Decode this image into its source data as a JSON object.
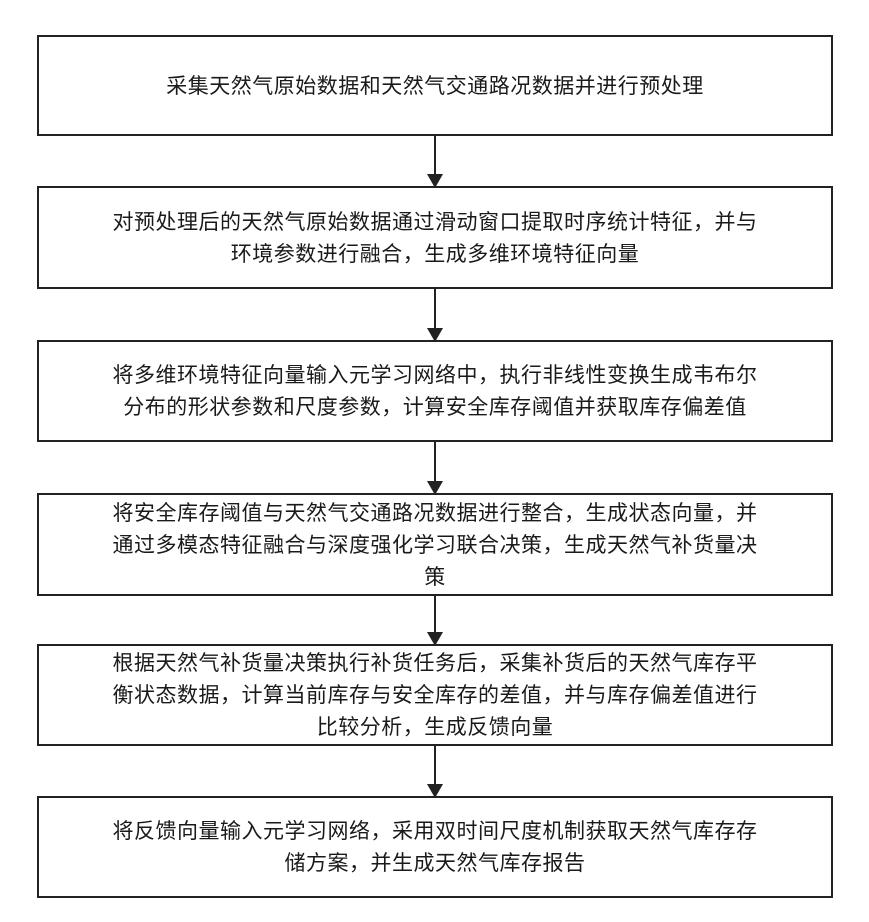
{
  "flowchart": {
    "steps": [
      {
        "text": "采集天然气原始数据和天然气交通路况数据并进行预处理"
      },
      {
        "text": "对预处理后的天然气原始数据通过滑动窗口提取时序统计特征，并与环境参数进行融合，生成多维环境特征向量"
      },
      {
        "text": "将多维环境特征向量输入元学习网络中，执行非线性变换生成韦布尔分布的形状参数和尺度参数，计算安全库存阈值并获取库存偏差值"
      },
      {
        "text": "将安全库存阈值与天然气交通路况数据进行整合，生成状态向量，并通过多模态特征融合与深度强化学习联合决策，生成天然气补货量决策"
      },
      {
        "text": "根据天然气补货量决策执行补货任务后，采集补货后的天然气库存平衡状态数据，计算当前库存与安全库存的差值，并与库存偏差值进行比较分析，生成反馈向量"
      },
      {
        "text": "将反馈向量输入元学习网络，采用双时间尺度机制获取天然气库存存储方案，并生成天然气库存报告"
      }
    ]
  }
}
